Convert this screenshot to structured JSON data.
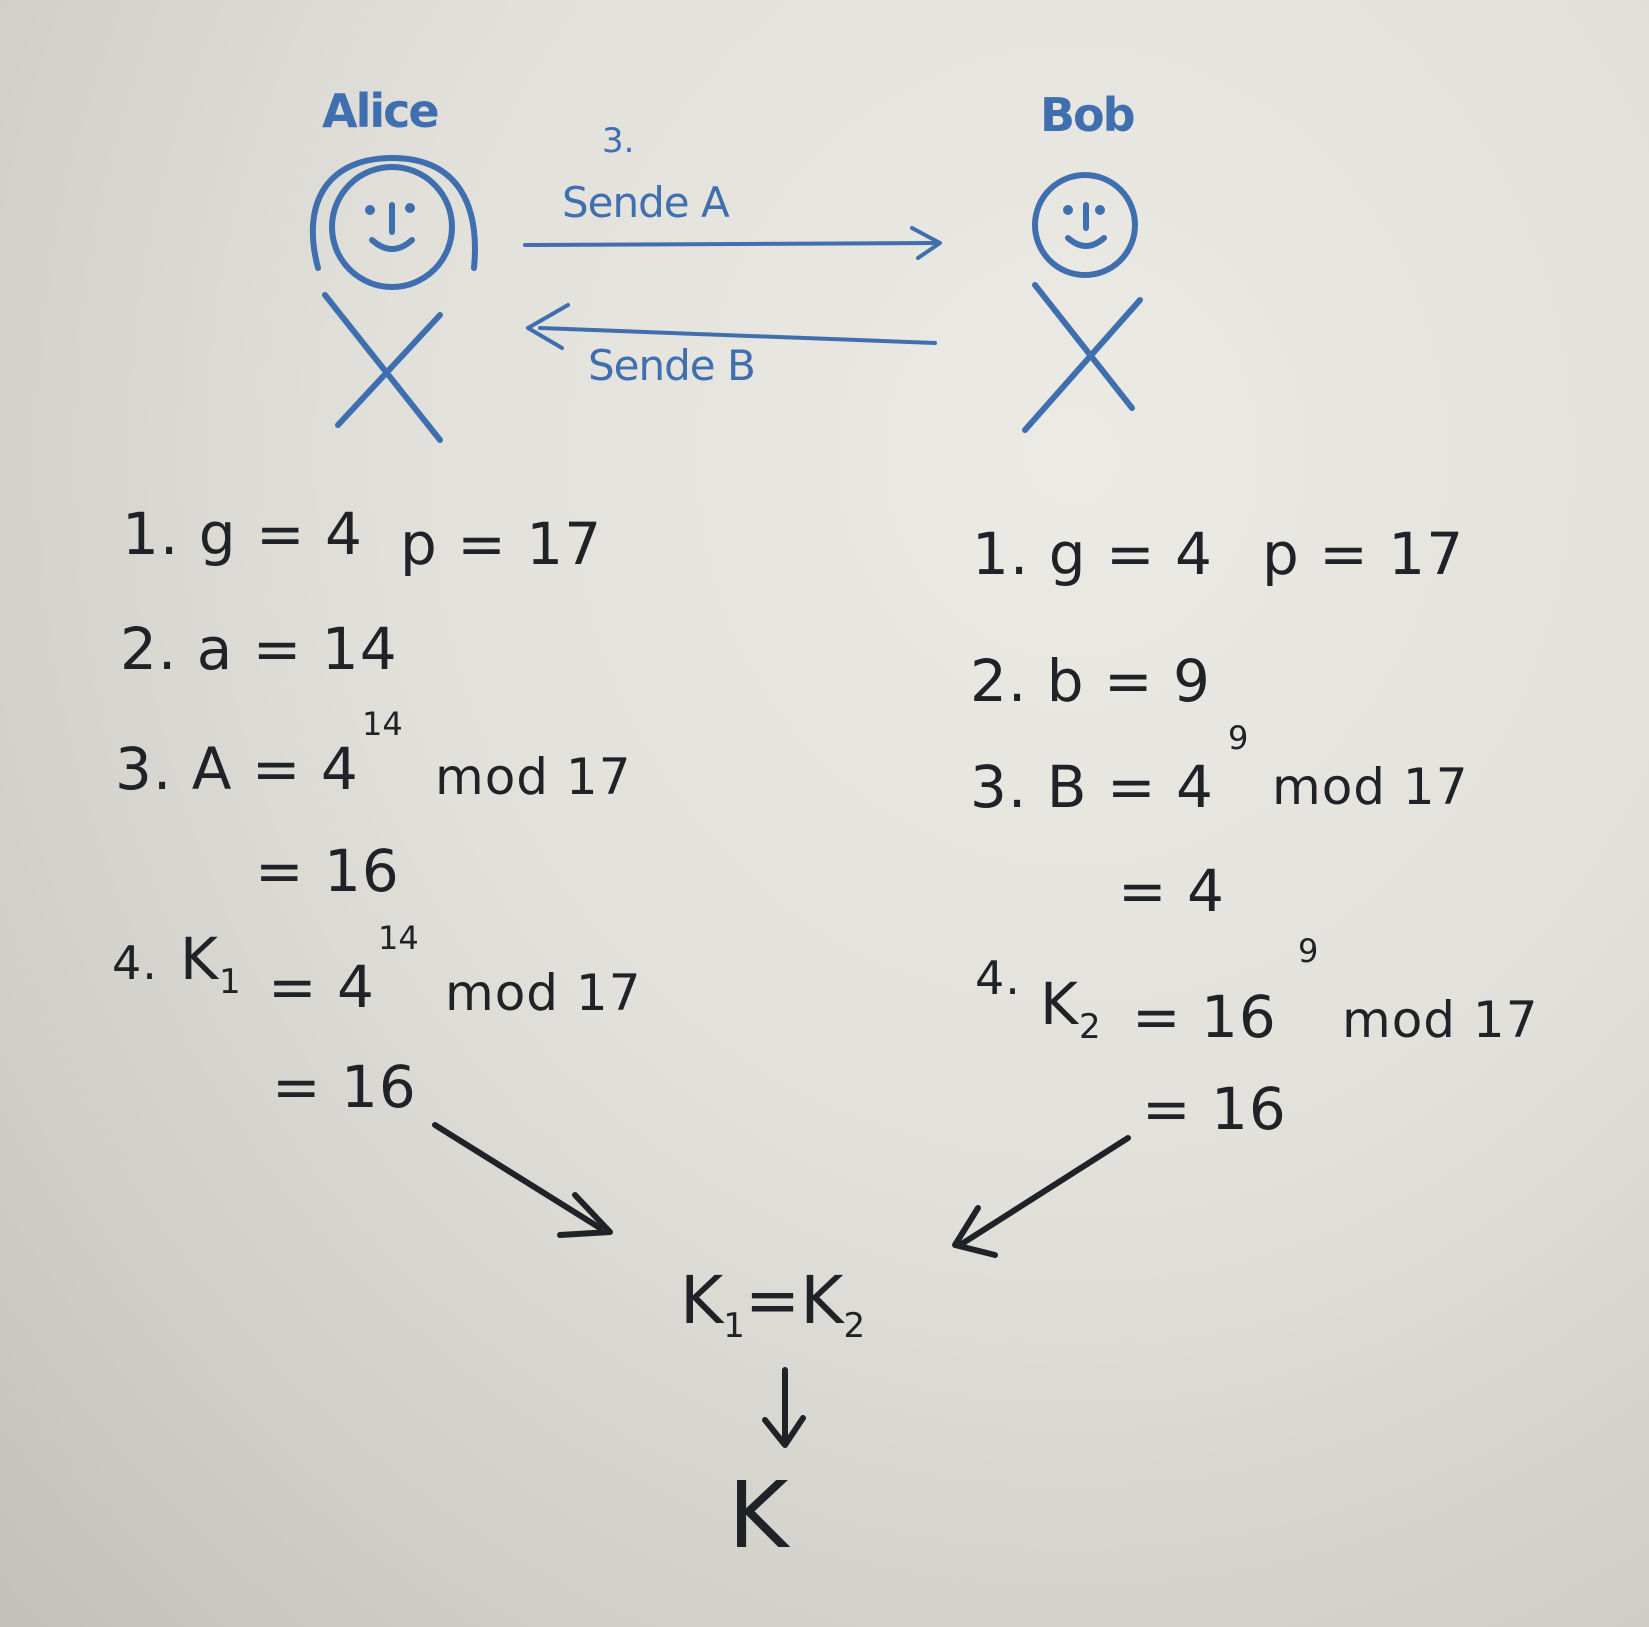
{
  "alice": {
    "name": "Alice",
    "step1_g": "1. g = 4",
    "step1_p": "p = 17",
    "step2": "2. a = 14",
    "step3": "3. A = 4",
    "step3_exp": "14",
    "step3_mod": "mod 17",
    "step3_result": "= 16",
    "step4_num": "4.",
    "step4_k": "K",
    "step4_sub": "1",
    "step4_eq": "= 4",
    "step4_exp": "14",
    "step4_mod": "mod 17",
    "step4_result": "= 16"
  },
  "bob": {
    "name": "Bob",
    "step1_g": "1. g = 4",
    "step1_p": "p = 17",
    "step2": "2. b = 9",
    "step3": "3. B = 4",
    "step3_exp": "9",
    "step3_mod": "mod 17",
    "step3_result": "= 4",
    "step4_num": "4.",
    "step4_k": "K",
    "step4_sub": "2",
    "step4_eq": "= 16",
    "step4_exp": "9",
    "step4_mod": "mod 17",
    "step4_result": "= 16"
  },
  "exchange": {
    "step_label": "3.",
    "send_a": "Sende A",
    "send_b": "Sende B"
  },
  "result": {
    "k1": "K",
    "k1_sub": "1",
    "equals": "=",
    "k2": "K",
    "k2_sub": "2",
    "final": "K"
  },
  "colors": {
    "marker_blue": "#3f6fae",
    "marker_black": "#1f2226",
    "board": "#e2e0da"
  }
}
